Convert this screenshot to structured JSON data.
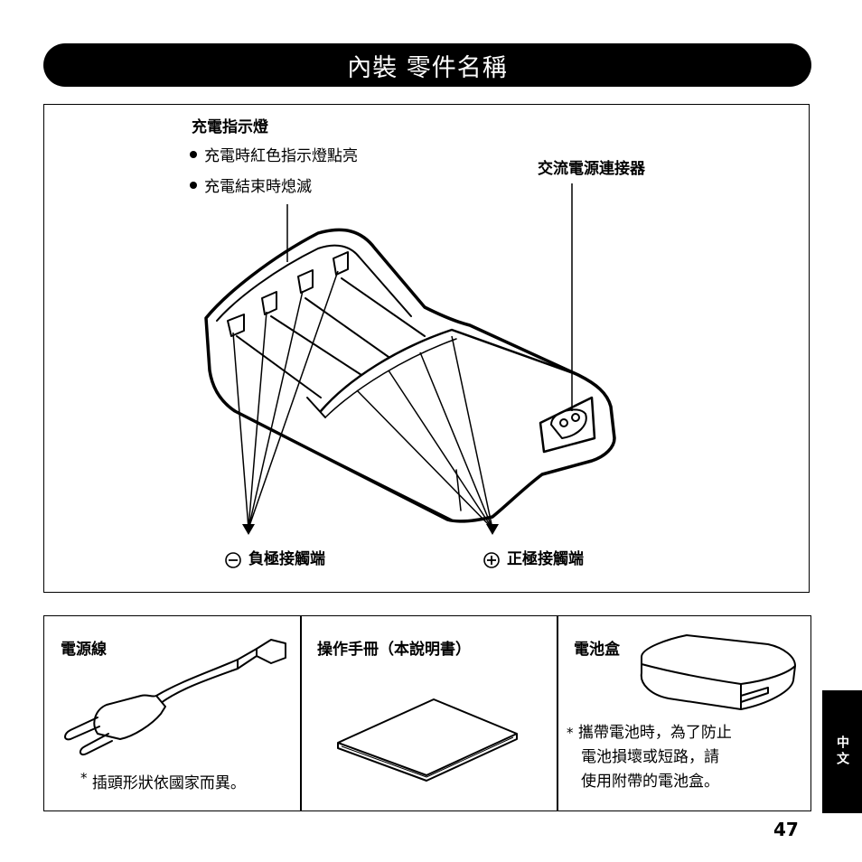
{
  "header": {
    "title": "內裝 零件名稱"
  },
  "diagram": {
    "indicator_title": "充電指示燈",
    "indicator_notes": [
      "充電時紅色指示燈點亮",
      "充電結束時熄滅"
    ],
    "ac_connector": "交流電源連接器",
    "negative_terminal": "負極接觸端",
    "positive_terminal": "正極接觸端"
  },
  "accessories": {
    "power_cord": {
      "title": "電源線",
      "note": "插頭形狀依國家而異。"
    },
    "manual": {
      "title": "操作手冊（本說明書）"
    },
    "battery_case": {
      "title": "電池盒",
      "note_lines": [
        "攜帶電池時，為了防止",
        "電池損壞或短路，請",
        "使用附帶的電池盒。"
      ]
    }
  },
  "side_tab": {
    "label": "中文"
  },
  "page_number": "47"
}
